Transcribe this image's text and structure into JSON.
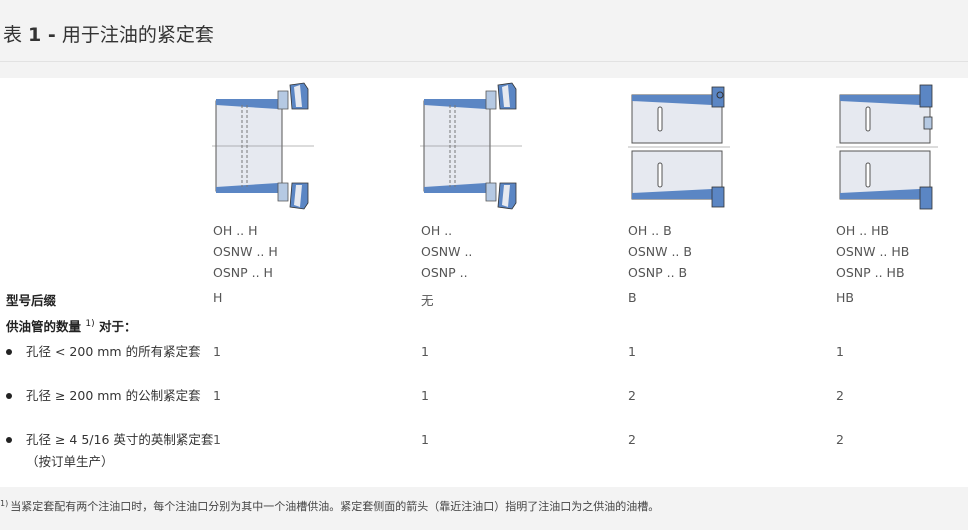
{
  "title": {
    "prefix": "表 ",
    "number": "1 -",
    "text": " 用于注油的紧定套"
  },
  "columns": [
    {
      "variants": [
        "OH .. H",
        "OSNW .. H",
        "OSNP .. H"
      ],
      "suffix": "H",
      "c1": "1",
      "c2": "1",
      "c3": "1"
    },
    {
      "variants": [
        "OH ..",
        "OSNW ..",
        "OSNP .."
      ],
      "suffix": "无",
      "c1": "1",
      "c2": "1",
      "c3": "1"
    },
    {
      "variants": [
        "OH .. B",
        "OSNW .. B",
        "OSNP .. B"
      ],
      "suffix": "B",
      "c1": "1",
      "c2": "2",
      "c3": "2"
    },
    {
      "variants": [
        "OH .. HB",
        "OSNW .. HB",
        "OSNP .. HB"
      ],
      "suffix": "HB",
      "c1": "1",
      "c2": "2",
      "c3": "2"
    }
  ],
  "rows": {
    "suffix_label": "型号后缀",
    "count_label": "供油管的数量",
    "count_sup": "1)",
    "count_suffix": " 对于：",
    "bullets": [
      "孔径 < 200 mm 的所有紧定套",
      "孔径 ≥ 200 mm 的公制紧定套",
      "孔径 ≥ 4 5/16 英寸的英制紧定套（按订单生产）"
    ]
  },
  "footnote": {
    "sup": "1)",
    "text": "当紧定套配有两个注油口时，每个注油口分别为其中一个油槽供油。紧定套侧面的箭头（靠近注油口）指明了注油口为之供油的油槽。"
  },
  "colors": {
    "steel_blue": "#5b86c4",
    "light_blue": "#b5c9e3",
    "sleeve_gray": "#e6e9f0",
    "line": "#555555"
  }
}
